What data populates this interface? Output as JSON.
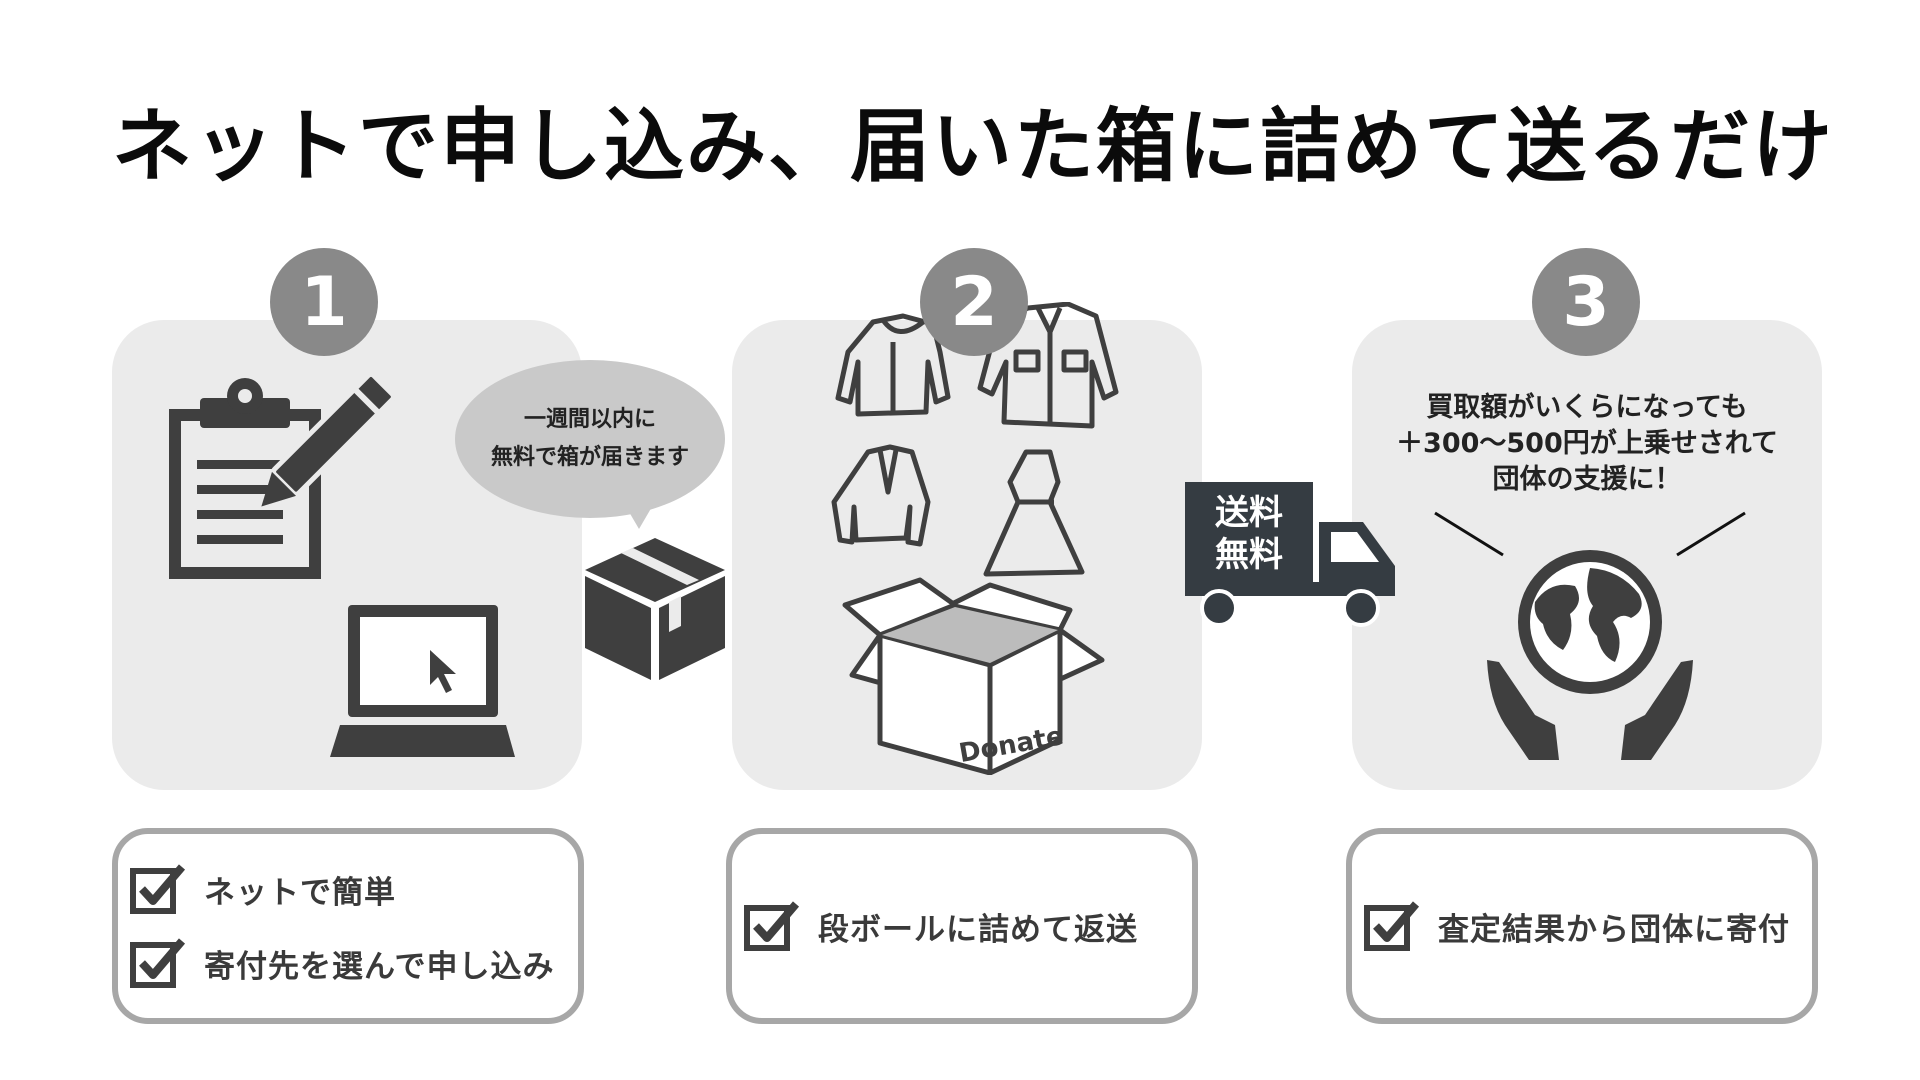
{
  "title": "ネットで申し込み、届いた箱に詰めて送るだけ",
  "steps": [
    {
      "number": "1",
      "bubble_lines": [
        "一週間以内に",
        "無料で箱が届きます"
      ],
      "checklist": [
        "ネットで簡単",
        "寄付先を選んで申し込み"
      ]
    },
    {
      "number": "2",
      "box_label": "Donate",
      "truck_lines": [
        "送料",
        "無料"
      ],
      "checklist": [
        "段ボールに詰めて返送"
      ]
    },
    {
      "number": "3",
      "support_lines": [
        "買取額がいくらになっても",
        "＋300〜500円が上乗せされて",
        "団体の支援に！"
      ],
      "checklist": [
        "査定結果から団体に寄付"
      ]
    }
  ],
  "colors": {
    "panel": "#ebebeb",
    "badge": "#898989",
    "icon": "#3f3f3f",
    "truck": "#353c42",
    "card_border": "#a7a7a7"
  },
  "icons": [
    "clipboard-pen-icon",
    "laptop-cursor-icon",
    "shipping-box-icon",
    "clothes-icon",
    "open-box-icon",
    "delivery-truck-icon",
    "globe-hands-icon",
    "checkbox-icon"
  ]
}
